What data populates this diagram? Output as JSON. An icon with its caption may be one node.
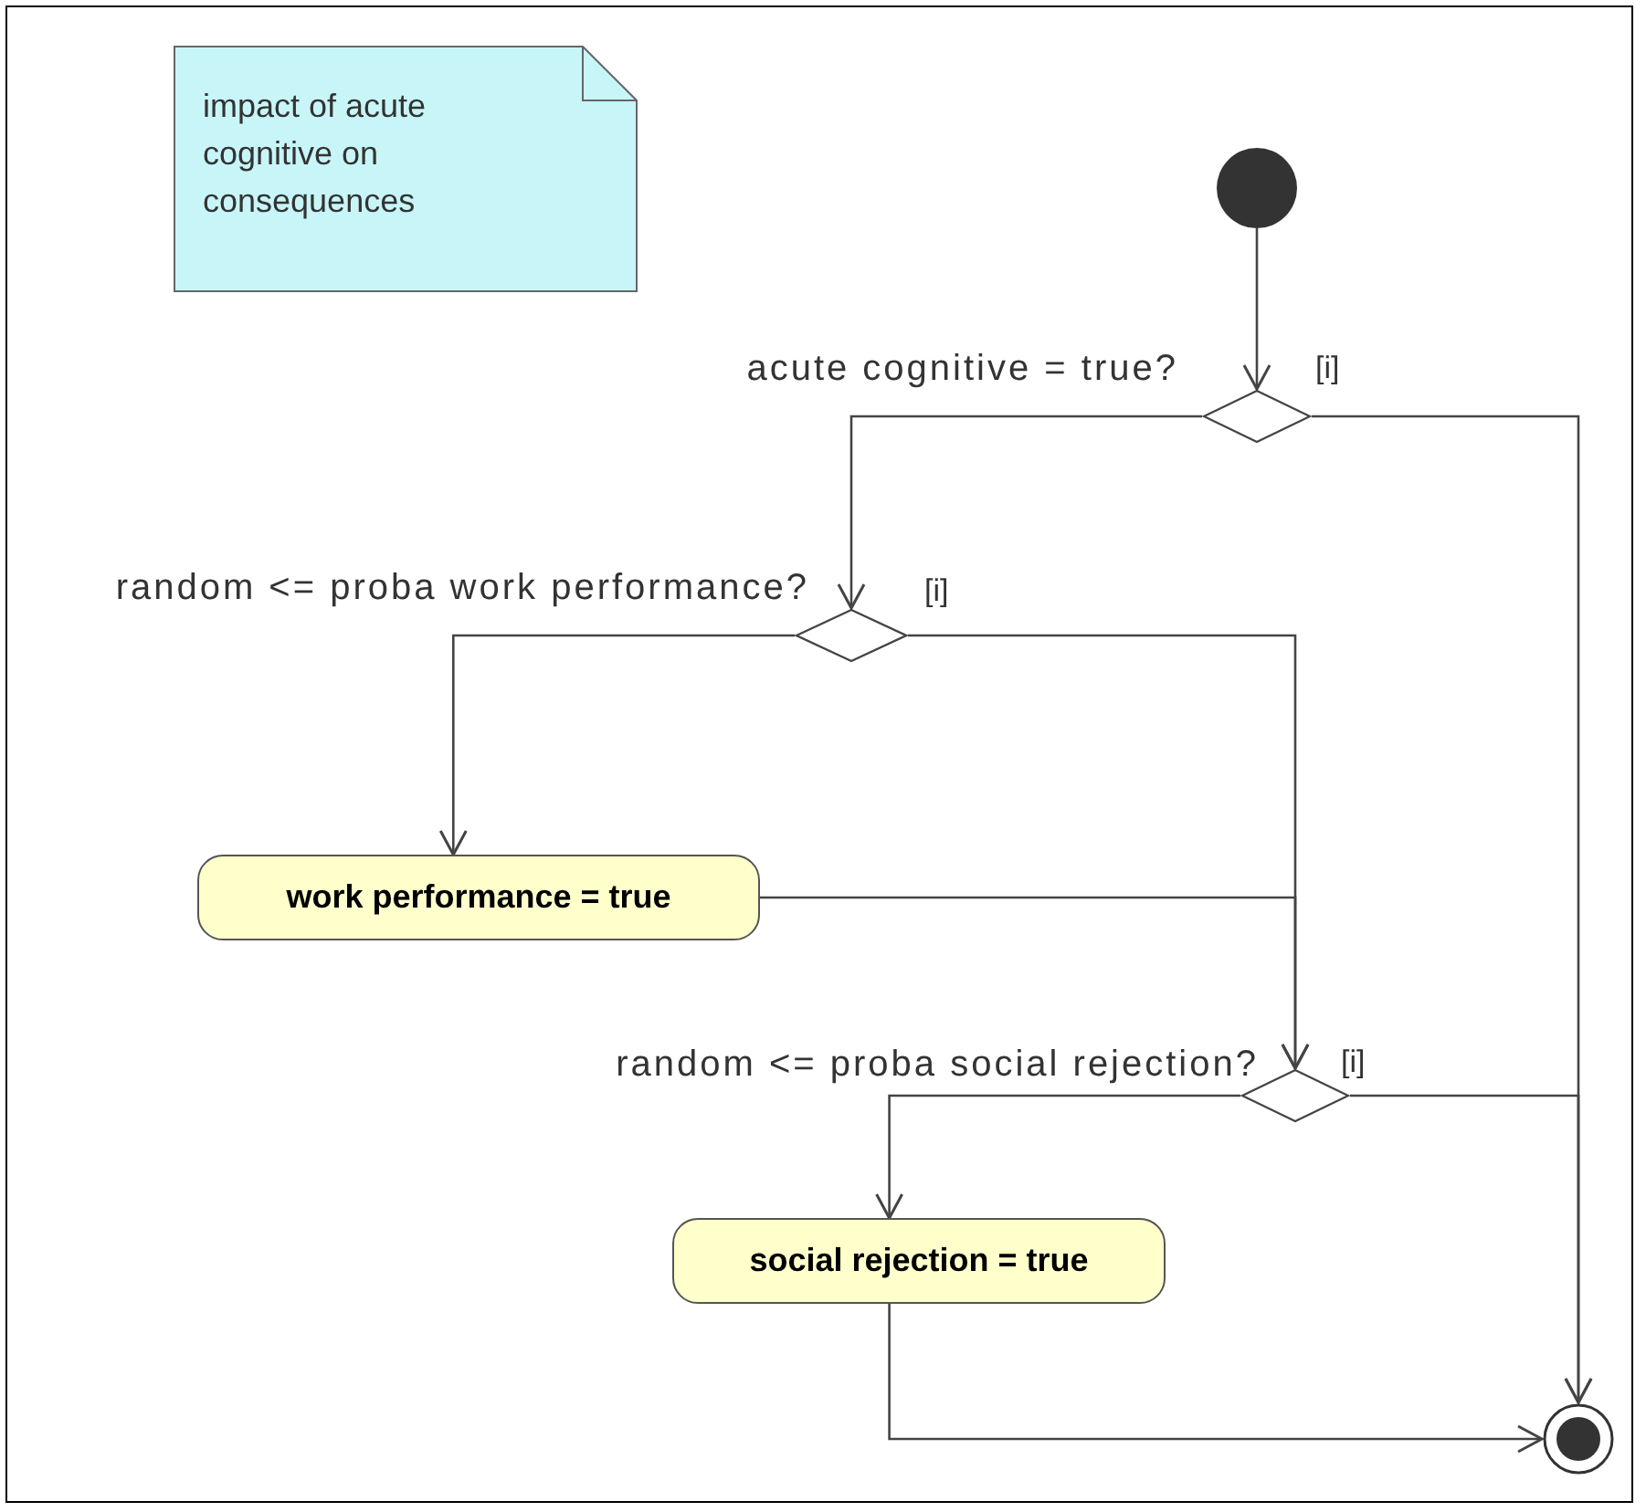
{
  "diagram": {
    "nodes": [
      {
        "text": [
          "impact of acute cognitive on consequences"
        ]
      },
      {
        "text": [],
        "shape": "circle"
      },
      {
        "text": [],
        "shape": "diamond",
        "beside": [
          "acute cognitive = true?"
        ]
      },
      {
        "text": [],
        "shape": "diamond",
        "beside": [
          "random <= proba work performance?"
        ]
      },
      {
        "text": [
          "work performance = true"
        ]
      },
      {
        "text": [],
        "shape": "diamond",
        "beside": [
          "random <= proba social rejection?"
        ]
      },
      {
        "text": [
          "social rejection = true"
        ]
      },
      {
        "text": [],
        "shape": "circle"
      }
    ],
    "edges": [
      {
        "from": 1,
        "to": 2,
        "arrow": "to"
      },
      {
        "from": 2,
        "to": 3,
        "arrow": "to"
      },
      {
        "from": 2,
        "to": 7,
        "arrow": "to",
        "label": "[i]"
      },
      {
        "from": 3,
        "to": 4,
        "arrow": "to"
      },
      {
        "from": 3,
        "to": 5,
        "arrow": "to",
        "label": "[i]"
      },
      {
        "from": 4,
        "to": 5,
        "arrow": "to"
      },
      {
        "from": 5,
        "to": 6,
        "arrow": "to"
      },
      {
        "from": 5,
        "to": 7,
        "arrow": "to",
        "label": "[i]"
      },
      {
        "from": 6,
        "to": 7,
        "arrow": "to"
      }
    ]
  }
}
